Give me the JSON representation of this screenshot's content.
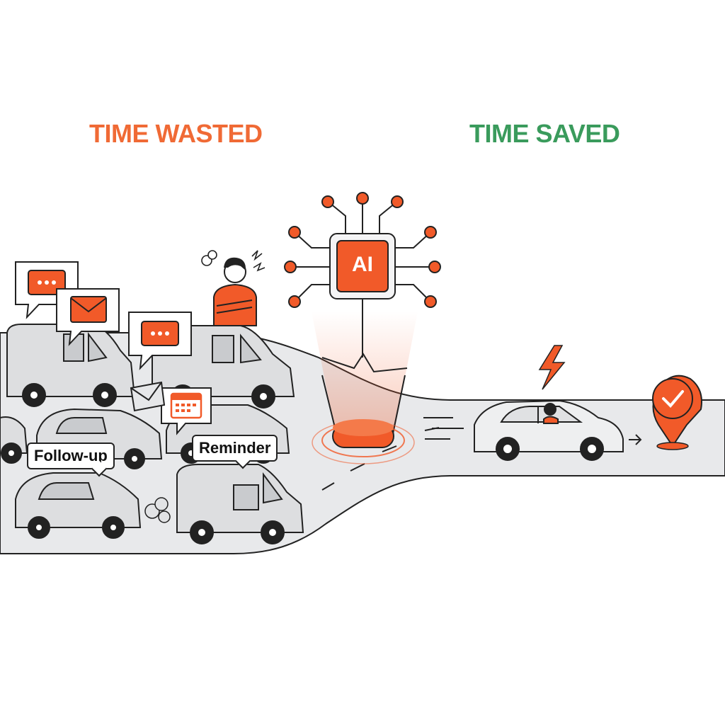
{
  "headings": {
    "left": "TIME WASTED",
    "right": "TIME SAVED"
  },
  "labels": {
    "follow_up": "Follow-up",
    "reminder": "Reminder"
  },
  "chip": {
    "text": "AI"
  },
  "colors": {
    "wasted": "#F06A35",
    "saved": "#3A9B5C",
    "accent": "#F15A29",
    "outline": "#222222",
    "road": "#E8E9EB",
    "vehicle": "#DDDEE0"
  },
  "icons": [
    "chat-icon",
    "envelope-icon",
    "calendar-icon",
    "lightning-icon",
    "check-pin-icon",
    "ai-chip-icon",
    "stress-icon"
  ]
}
